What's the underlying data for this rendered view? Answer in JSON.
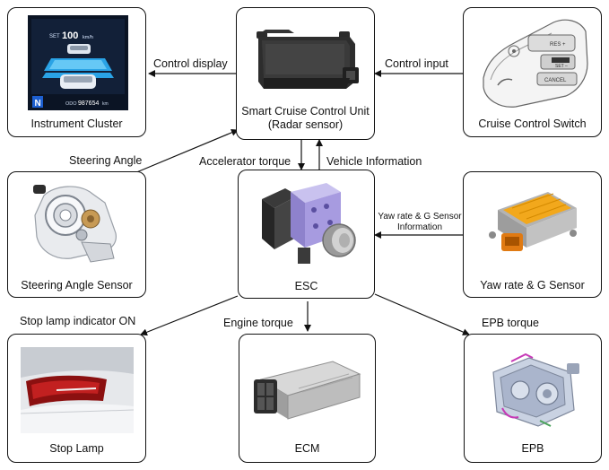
{
  "components": {
    "instrument_cluster": {
      "caption": "Instrument Cluster",
      "screen_set": "SET",
      "screen_speed": "100",
      "screen_unit": "km/h",
      "screen_gear": "N",
      "screen_odo_label": "ODO",
      "screen_odo": "987654",
      "screen_odo_unit": "km"
    },
    "scc_unit": {
      "caption_line1": "Smart Cruise Control Unit",
      "caption_line2": "(Radar sensor)"
    },
    "cruise_switch": {
      "caption": "Cruise Control Switch",
      "btn_res": "RES +",
      "btn_set": "SET –",
      "btn_cancel": "CANCEL"
    },
    "steering_sensor": {
      "caption": "Steering Angle Sensor"
    },
    "esc": {
      "caption": "ESC"
    },
    "yaw_sensor": {
      "caption": "Yaw rate & G Sensor"
    },
    "stop_lamp": {
      "caption": "Stop Lamp"
    },
    "ecm": {
      "caption": "ECM"
    },
    "epb": {
      "caption": "EPB"
    }
  },
  "signals": {
    "control_display": "Control display",
    "control_input": "Control input",
    "steering_angle": "Steering Angle",
    "accelerator_torque": "Accelerator torque",
    "vehicle_information": "Vehicle Information",
    "yaw_g_info_line1": "Yaw rate & G Sensor",
    "yaw_g_info_line2": "Information",
    "stop_lamp_on": "Stop lamp indicator ON",
    "engine_torque": "Engine torque",
    "epb_torque": "EPB torque"
  }
}
